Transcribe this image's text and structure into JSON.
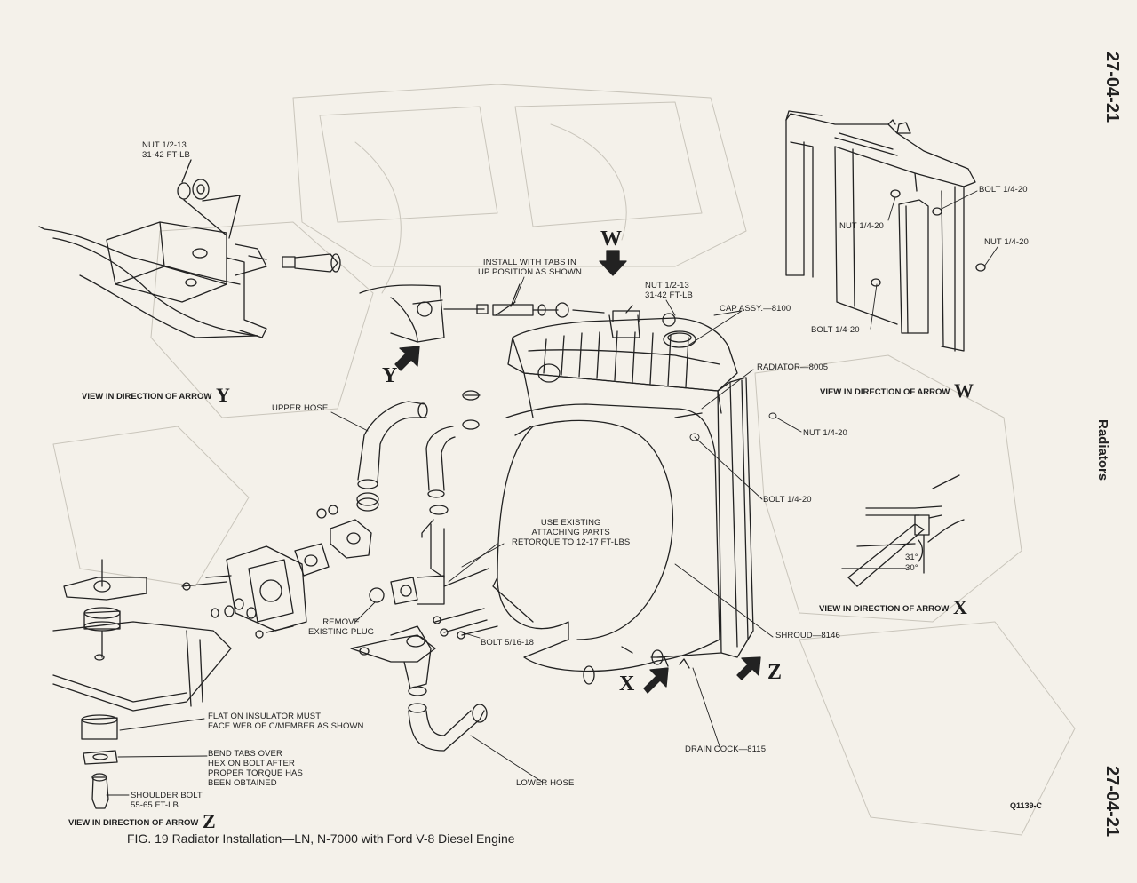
{
  "page": {
    "page_number_top": "27-04-21",
    "page_number_bottom": "27-04-21",
    "section": "Radiators",
    "figure_id": "Q1139-C",
    "caption": "FIG. 19 Radiator Installation—LN, N-7000 with Ford V-8 Diesel Engine"
  },
  "labels": {
    "nut_half_13_top": [
      "NUT 1/2-13",
      "31-42 FT-LB"
    ],
    "install_tabs": [
      "INSTALL WITH TABS IN",
      "UP POSITION AS SHOWN"
    ],
    "nut_half_13_mid": [
      "NUT 1/2-13",
      "31-42 FT-LB"
    ],
    "cap_assy": "CAP ASSY.—8100",
    "radiator": "RADIATOR—8005",
    "nut_quarter_20_right": "NUT 1/4-20",
    "bolt_quarter_20_right": "BOLT 1/4-20",
    "upper_hose": "UPPER HOSE",
    "use_existing": [
      "USE EXISTING",
      "ATTACHING PARTS",
      "RETORQUE TO 12-17 FT-LBS"
    ],
    "remove_plug": [
      "REMOVE",
      "EXISTING PLUG"
    ],
    "bolt_5_16_18": "BOLT 5/16-18",
    "shroud": "SHROUD—8146",
    "drain_cock": "DRAIN COCK—8115",
    "lower_hose": "LOWER HOSE",
    "flat_insulator": [
      "FLAT ON INSULATOR MUST",
      "FACE WEB OF C/MEMBER AS SHOWN"
    ],
    "bend_tabs": [
      "BEND TABS OVER",
      "HEX ON BOLT AFTER",
      "PROPER TORQUE HAS",
      "BEEN OBTAINED"
    ],
    "shoulder_bolt": [
      "SHOULDER BOLT",
      "55-65 FT-LB"
    ],
    "w_bolt_top": "BOLT 1/4-20",
    "w_nut_left": "NUT 1/4-20",
    "w_nut_right": "NUT 1/4-20",
    "w_bolt_bottom": "BOLT 1/4-20",
    "angle_31": "31°",
    "angle_30": "30°"
  },
  "views": {
    "y_text": "VIEW IN DIRECTION OF ARROW",
    "y_letter": "Y",
    "w_text": "VIEW IN DIRECTION OF ARROW",
    "w_letter": "W",
    "x_text": "VIEW IN DIRECTION OF ARROW",
    "x_letter": "X",
    "z_text": "VIEW IN DIRECTION OF ARROW",
    "z_letter": "Z"
  },
  "arrow_letters": {
    "w": "W",
    "y": "Y",
    "x": "X",
    "z": "Z"
  }
}
